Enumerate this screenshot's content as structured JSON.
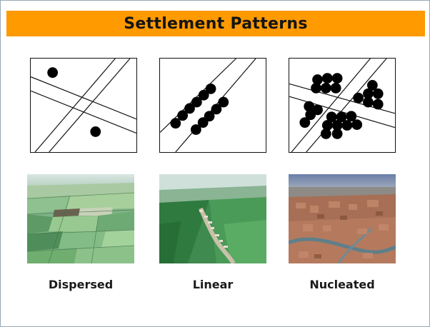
{
  "title": "Settlement Patterns",
  "panels": [
    {
      "label": "Dispersed"
    },
    {
      "label": "Linear"
    },
    {
      "label": "Nucleated"
    }
  ],
  "colors": {
    "title_bar": "#ff9a00",
    "dot": "#000000",
    "diagram_border": "#111111"
  }
}
